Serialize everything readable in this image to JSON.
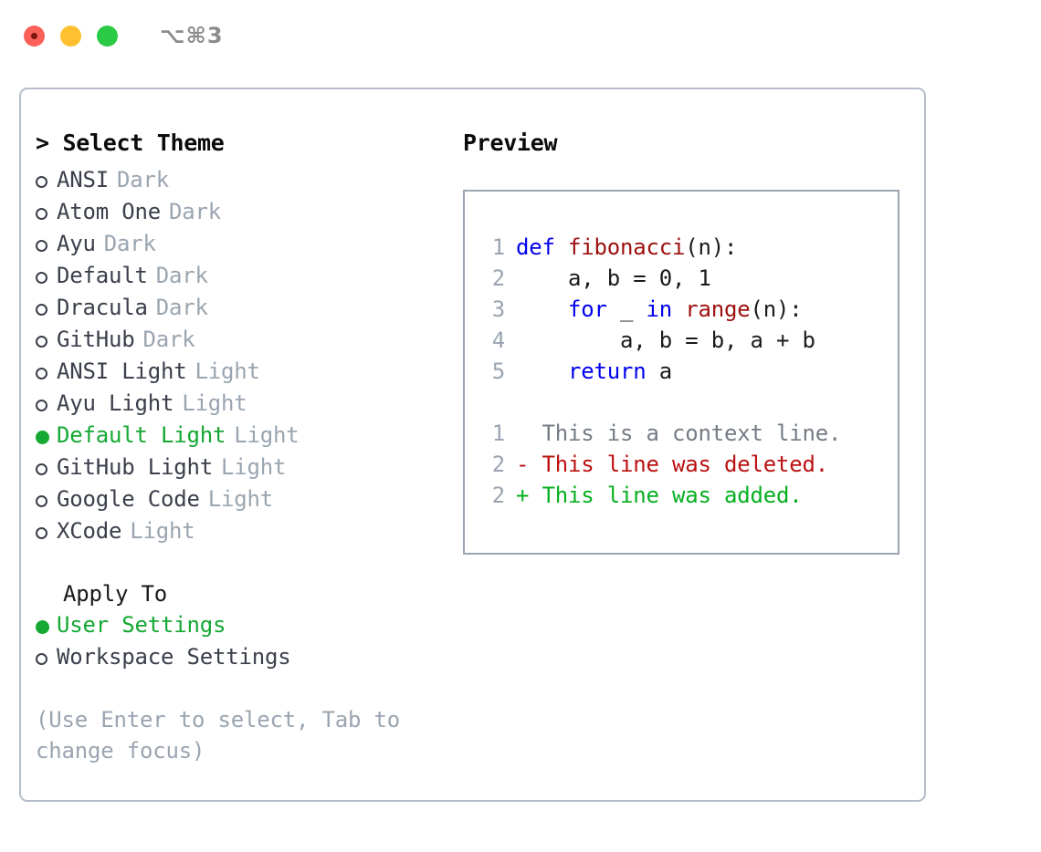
{
  "titlebar": {
    "shortcut": "⌥⌘3",
    "lights": [
      "close-red",
      "minimize-yellow",
      "maximize-green"
    ]
  },
  "theme_selector": {
    "header_prompt": "> ",
    "header_title": "Select Theme",
    "items": [
      {
        "bullet": "hollow",
        "name": "ANSI",
        "tag": "Dark",
        "selected": false
      },
      {
        "bullet": "hollow",
        "name": "Atom One",
        "tag": "Dark",
        "selected": false
      },
      {
        "bullet": "hollow",
        "name": "Ayu",
        "tag": "Dark",
        "selected": false
      },
      {
        "bullet": "hollow",
        "name": "Default",
        "tag": "Dark",
        "selected": false
      },
      {
        "bullet": "hollow",
        "name": "Dracula",
        "tag": "Dark",
        "selected": false
      },
      {
        "bullet": "hollow",
        "name": "GitHub",
        "tag": "Dark",
        "selected": false
      },
      {
        "bullet": "hollow",
        "name": "ANSI Light",
        "tag": "Light",
        "selected": false
      },
      {
        "bullet": "hollow",
        "name": "Ayu Light",
        "tag": "Light",
        "selected": false
      },
      {
        "bullet": "filled",
        "name": "Default Light",
        "tag": "Light",
        "selected": true
      },
      {
        "bullet": "hollow",
        "name": "GitHub Light",
        "tag": "Light",
        "selected": false
      },
      {
        "bullet": "hollow",
        "name": "Google Code",
        "tag": "Light",
        "selected": false
      },
      {
        "bullet": "hollow",
        "name": "XCode",
        "tag": "Light",
        "selected": false
      }
    ]
  },
  "apply_to": {
    "label": "Apply To",
    "options": [
      {
        "bullet": "filled",
        "name": "User Settings",
        "selected": true
      },
      {
        "bullet": "hollow",
        "name": "Workspace Settings",
        "selected": false
      }
    ]
  },
  "hint": "(Use Enter to select, Tab to change focus)",
  "preview": {
    "title": "Preview",
    "code_lines": [
      {
        "lineno": "1",
        "tokens": [
          {
            "t": "def ",
            "c": "kw"
          },
          {
            "t": "fibonacci",
            "c": "fn"
          },
          {
            "t": "(n):",
            "c": "plain"
          }
        ]
      },
      {
        "lineno": "2",
        "tokens": [
          {
            "t": "    a, b = 0, 1",
            "c": "plain"
          }
        ]
      },
      {
        "lineno": "3",
        "tokens": [
          {
            "t": "    ",
            "c": "plain"
          },
          {
            "t": "for",
            "c": "kw"
          },
          {
            "t": " _ ",
            "c": "plain"
          },
          {
            "t": "in",
            "c": "kw"
          },
          {
            "t": " ",
            "c": "plain"
          },
          {
            "t": "range",
            "c": "fn"
          },
          {
            "t": "(n):",
            "c": "plain"
          }
        ]
      },
      {
        "lineno": "4",
        "tokens": [
          {
            "t": "        a, b = b, a + b",
            "c": "plain"
          }
        ]
      },
      {
        "lineno": "5",
        "tokens": [
          {
            "t": "    ",
            "c": "plain"
          },
          {
            "t": "return",
            "c": "kw"
          },
          {
            "t": " a",
            "c": "plain"
          }
        ]
      }
    ],
    "diff_lines": [
      {
        "lineno": "1",
        "marker": "  ",
        "text": "This is a context line.",
        "kind": "ctx"
      },
      {
        "lineno": "2",
        "marker": "- ",
        "text": "This line was deleted.",
        "kind": "del"
      },
      {
        "lineno": "2",
        "marker": "+ ",
        "text": "This line was added.",
        "kind": "add"
      }
    ]
  },
  "colors": {
    "accent_green": "#15a833",
    "muted_gray": "#9aa5b1",
    "text_dark": "#3a3f4b",
    "keyword_blue": "#0000ee",
    "function_red": "#9d0f0f",
    "diff_deleted": "#bb1111",
    "diff_added": "#06b020",
    "panel_border": "#b6bdc9",
    "preview_border": "#9aa5b1"
  }
}
